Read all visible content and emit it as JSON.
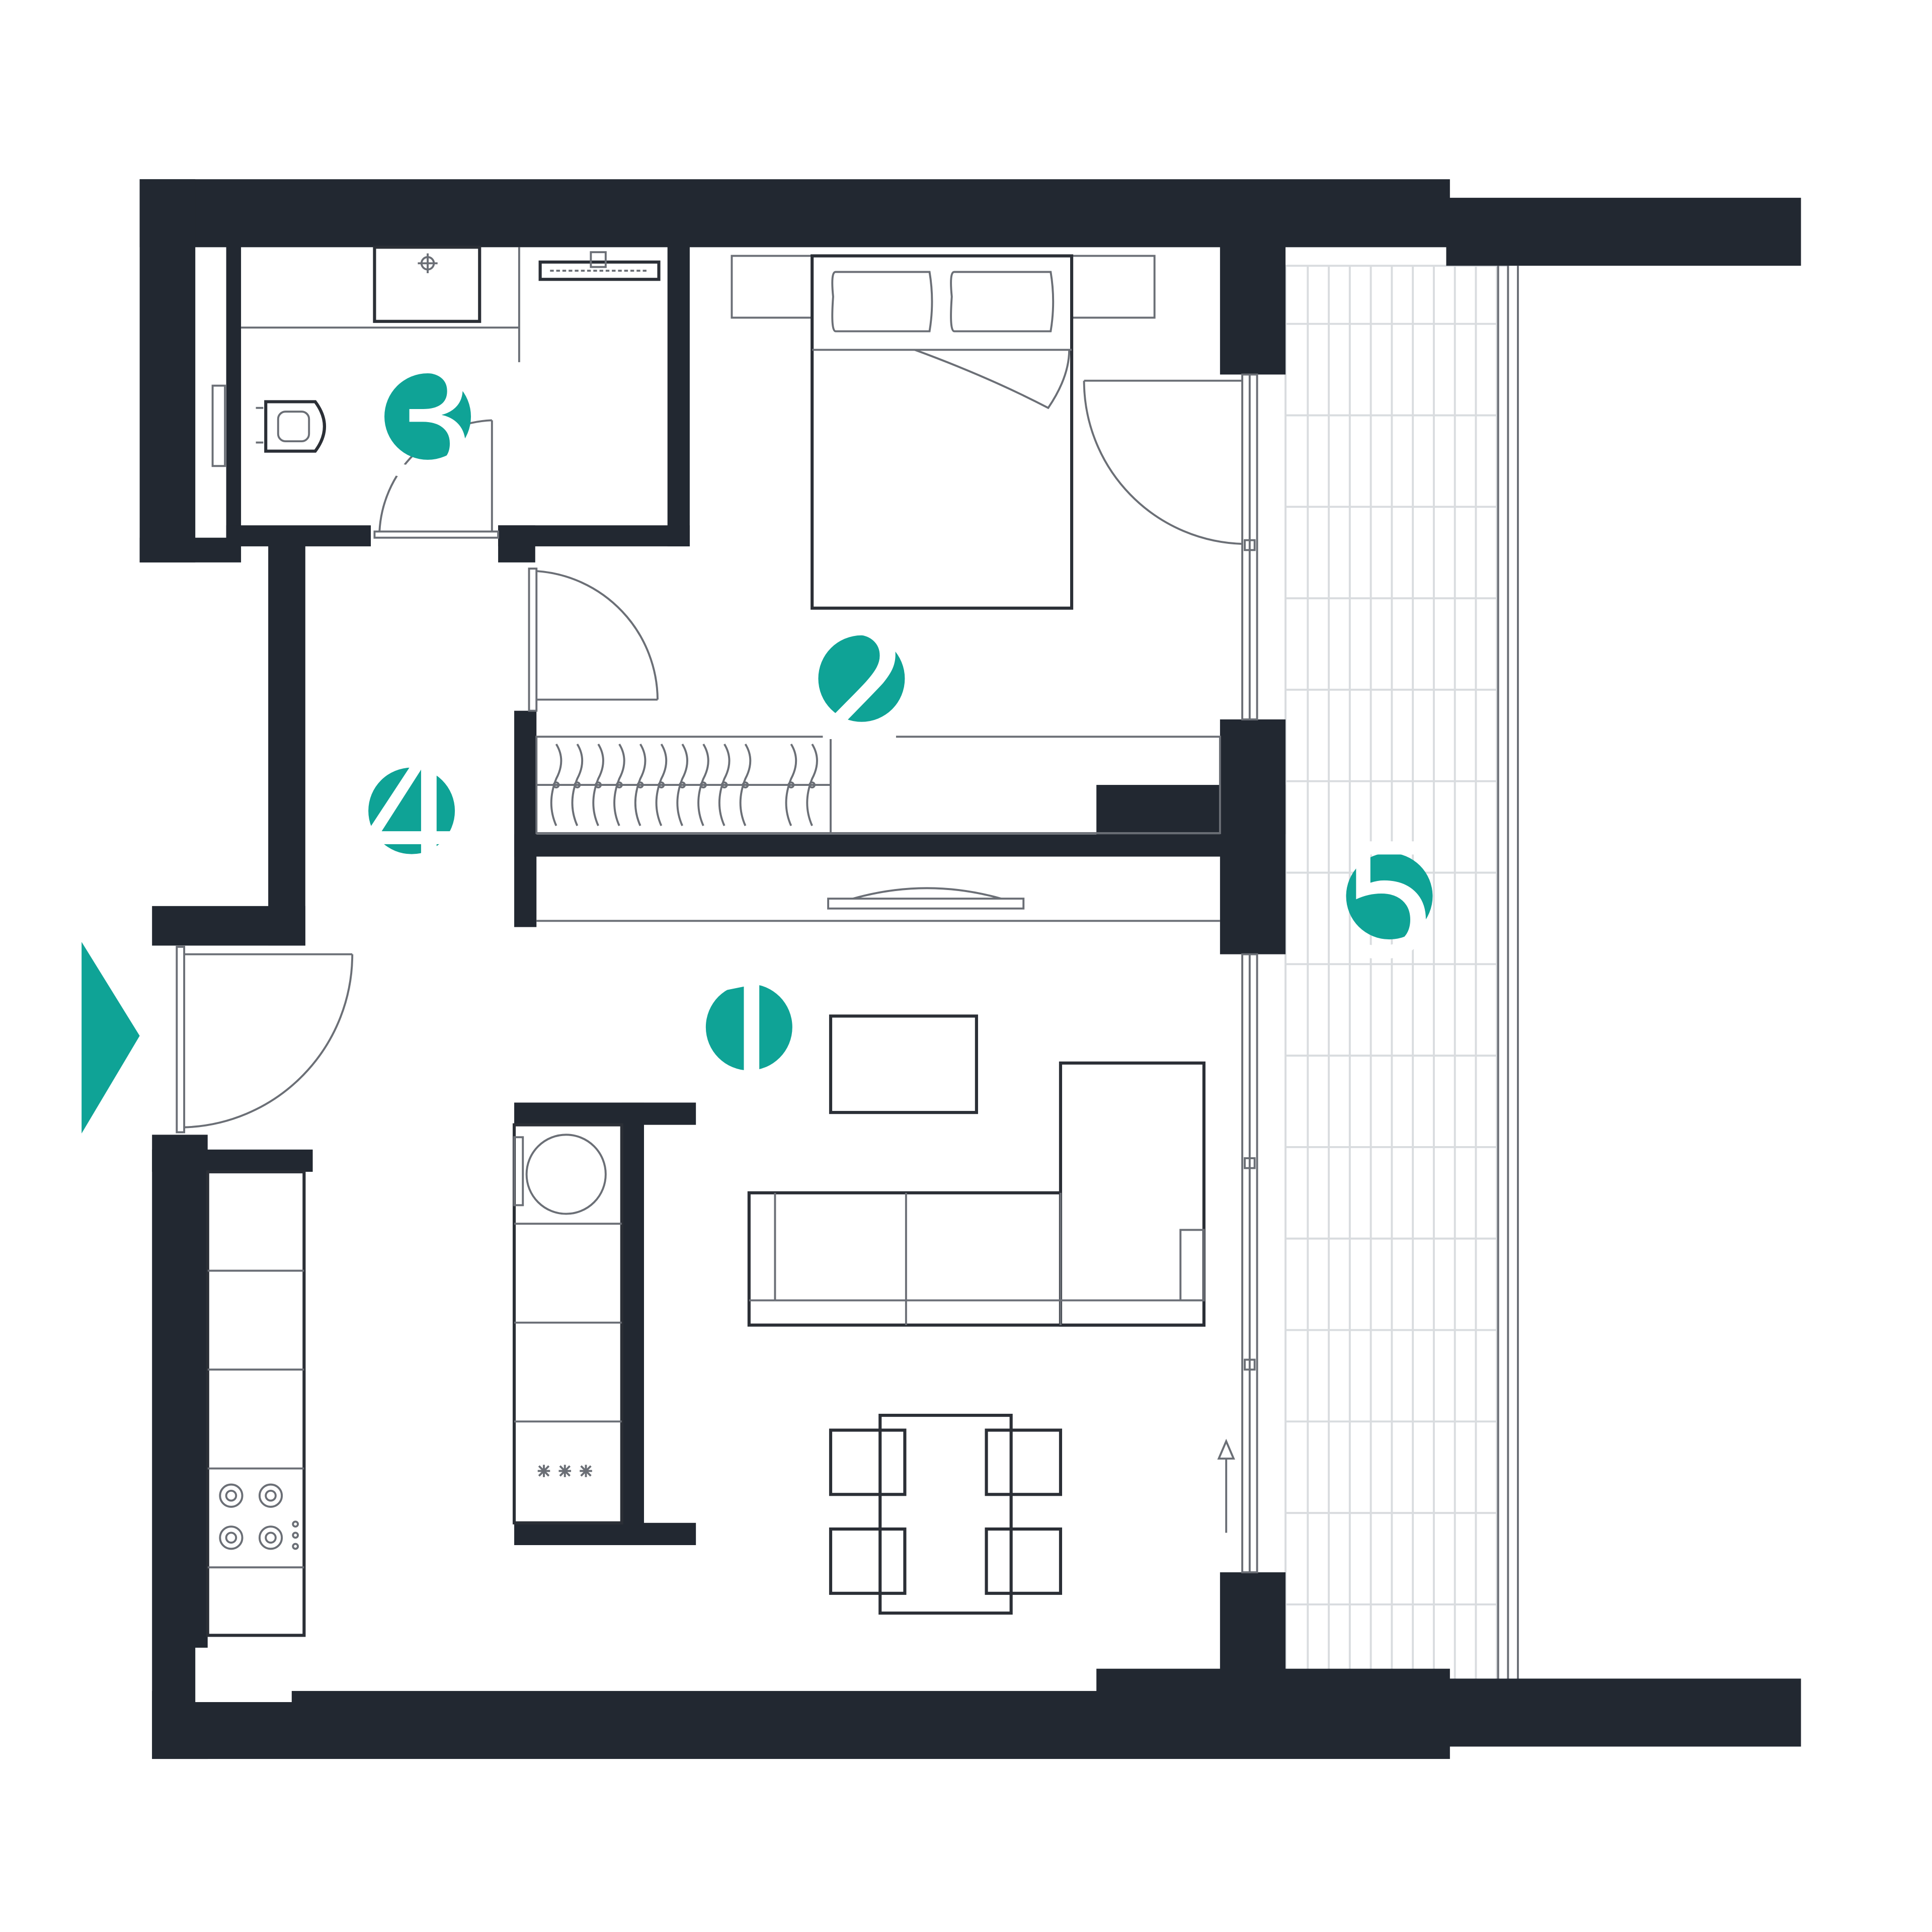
{
  "colors": {
    "wall": "#222831",
    "accent": "#0fa396",
    "marker_text": "#ffffff",
    "background": "#ffffff"
  },
  "rooms": [
    {
      "id": "room-1",
      "number": "1"
    },
    {
      "id": "room-2",
      "number": "2"
    },
    {
      "id": "room-3",
      "number": "3"
    },
    {
      "id": "room-4",
      "number": "4"
    },
    {
      "id": "room-5",
      "number": "5"
    }
  ],
  "icons": {
    "entry": "entry-arrow-icon",
    "door": "door-swing-icon",
    "bed": "double-bed-icon",
    "toilet": "toilet-icon",
    "sink": "washbasin-icon",
    "shower": "shower-drain-icon",
    "wardrobe": "wardrobe-hangers-icon",
    "tv": "tv-icon",
    "sofa": "corner-sofa-icon",
    "coffee_table": "coffee-table-icon",
    "dining": "dining-table-icon",
    "washer": "washing-machine-icon",
    "cooktop": "cooktop-icon",
    "balcony": "balcony-deck-icon"
  }
}
